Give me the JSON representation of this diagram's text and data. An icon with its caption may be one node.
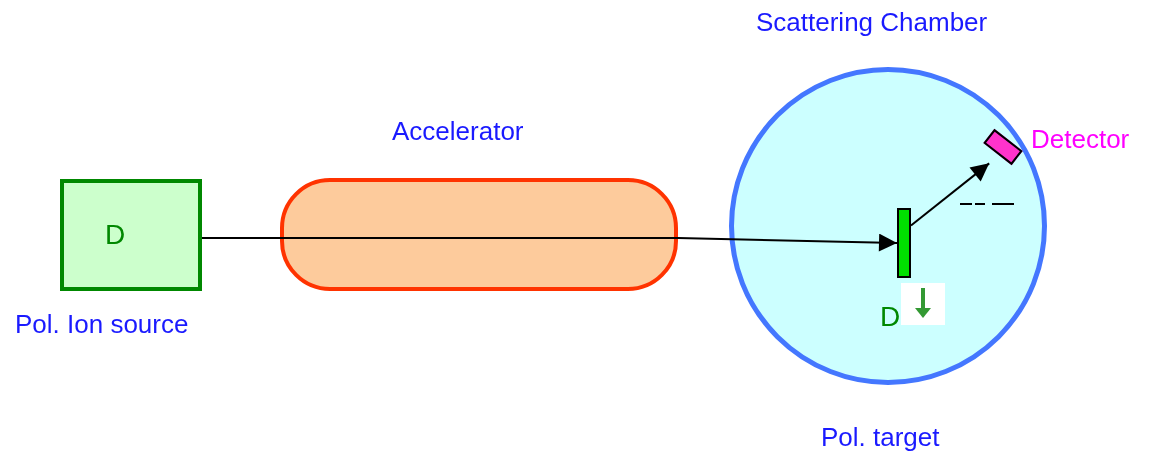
{
  "diagram": {
    "nodes": [
      {
        "text": [
          "D",
          "Pol. Ion source"
        ]
      },
      {
        "text": [
          "Accelerator"
        ]
      },
      {
        "text": [
          "Scattering Chamber"
        ]
      },
      {
        "text": [
          "D",
          "Pol. target"
        ],
        "in": 2
      },
      {
        "text": [
          "Detector"
        ],
        "in": 2
      }
    ],
    "edges": [
      {
        "from": 0,
        "to": 1,
        "arrow": "none"
      },
      {
        "from": 1,
        "to": 3,
        "arrow": "to"
      },
      {
        "from": 3,
        "to": 4,
        "arrow": "to"
      }
    ]
  }
}
